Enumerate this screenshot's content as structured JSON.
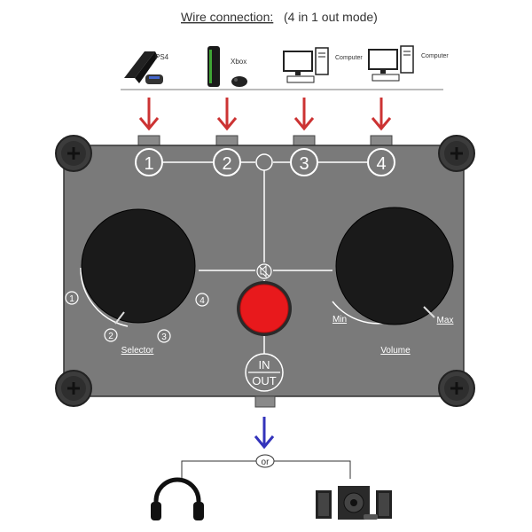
{
  "title": {
    "label": "Wire connection:",
    "mode": "(4 in 1 out mode)"
  },
  "devices": [
    {
      "label": "PS4"
    },
    {
      "label": "Xbox"
    },
    {
      "label": "Computer"
    },
    {
      "label": "Computer"
    }
  ],
  "inputs": [
    "1",
    "2",
    "3",
    "4"
  ],
  "selector": {
    "label": "Selector",
    "positions": [
      "1",
      "2",
      "3",
      "4"
    ]
  },
  "volume": {
    "label": "Volume",
    "min_label": "Min",
    "max_label": "Max"
  },
  "io": {
    "in_label": "IN",
    "out_label": "OUT"
  },
  "output": {
    "or_label": "or",
    "options": [
      "headphones",
      "speakers"
    ]
  },
  "colors": {
    "arrow_in": "#cc3333",
    "arrow_out": "#3333bb",
    "panel": "#7a7a7a",
    "button": "#e8191c"
  }
}
